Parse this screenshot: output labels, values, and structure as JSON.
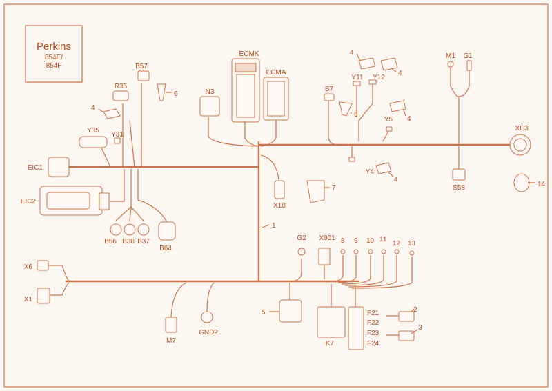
{
  "colors": {
    "background": "#fdf7f2",
    "line": "#c9744c",
    "text": "#b04a1e"
  },
  "brand": {
    "name": "Perkins",
    "model_line1": "854E/",
    "model_line2": "854F"
  },
  "components": {
    "ecmk": "ECMK",
    "ecma": "ECMA",
    "n3": "N3",
    "r35": "R35",
    "b57": "B57",
    "y35": "Y35",
    "y31": "Y31",
    "eic1": "EIC1",
    "eic2": "EIC2",
    "b56": "B56",
    "b38": "B38",
    "b37": "B37",
    "b64": "B64",
    "x18": "X18",
    "b7": "B7",
    "y11": "Y11",
    "y12": "Y12",
    "y5": "Y5",
    "y4": "Y4",
    "m1": "M1",
    "g1": "G1",
    "xe3": "XE3",
    "s58": "S58",
    "g2": "G2",
    "x901": "X901",
    "x6": "X6",
    "x1": "X1",
    "m7": "M7",
    "gnd2": "GND2",
    "k7": "K7",
    "f21": "F21",
    "f22": "F22",
    "f23": "F23",
    "f24": "F24"
  },
  "callouts": {
    "c1": "1",
    "c2": "2",
    "c3": "3",
    "c4a": "4",
    "c4b": "4",
    "c4c": "4",
    "c4d": "4",
    "c4e": "4",
    "c5": "5",
    "c6a": "6",
    "c6b": "6",
    "c7": "7",
    "c8": "8",
    "c9": "9",
    "c10": "10",
    "c11": "11",
    "c12": "12",
    "c13": "13",
    "c14": "14"
  }
}
